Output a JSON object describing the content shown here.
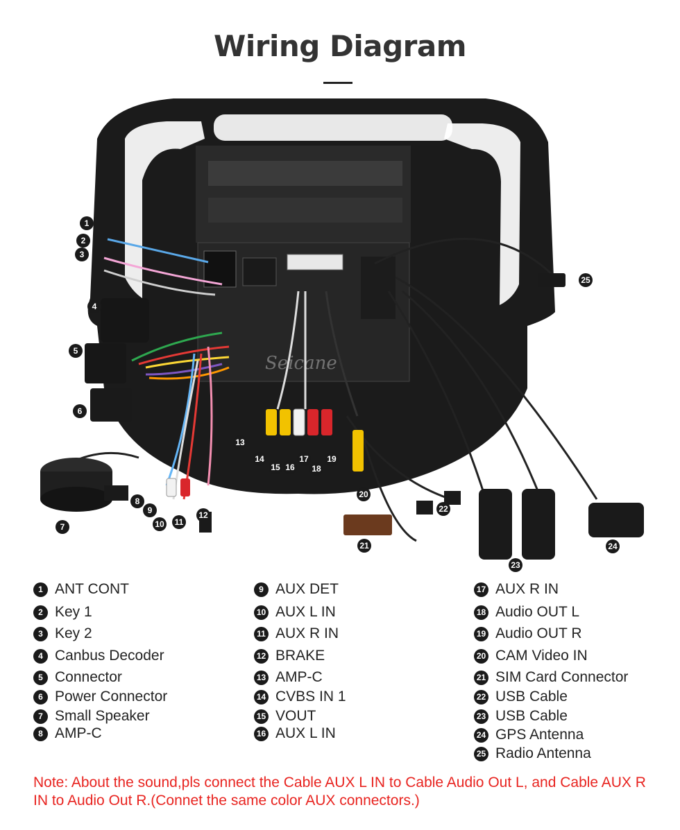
{
  "title": "Wiring Diagram",
  "watermark": "Seicane",
  "callouts": [
    "1",
    "2",
    "3",
    "4",
    "5",
    "6",
    "7",
    "8",
    "9",
    "10",
    "11",
    "12",
    "13",
    "14",
    "15",
    "16",
    "17",
    "18",
    "19",
    "20",
    "21",
    "22",
    "23",
    "24",
    "25"
  ],
  "legend": {
    "col1": [
      {
        "num": "1",
        "label": "ANT CONT"
      },
      {
        "num": "2",
        "label": "Key 1"
      },
      {
        "num": "3",
        "label": "Key 2"
      },
      {
        "num": "4",
        "label": "Canbus Decoder"
      },
      {
        "num": "5",
        "label": "Connector"
      },
      {
        "num": "6",
        "label": "Power Connector"
      },
      {
        "num": "7",
        "label": "Small Speaker"
      },
      {
        "num": "8",
        "label": "AMP-C"
      }
    ],
    "col2": [
      {
        "num": "9",
        "label": "AUX DET"
      },
      {
        "num": "10",
        "label": "AUX L IN"
      },
      {
        "num": "11",
        "label": "AUX R IN"
      },
      {
        "num": "12",
        "label": "BRAKE"
      },
      {
        "num": "13",
        "label": "AMP-C"
      },
      {
        "num": "14",
        "label": "CVBS IN 1"
      },
      {
        "num": "15",
        "label": "VOUT"
      },
      {
        "num": "16",
        "label": "AUX L IN"
      }
    ],
    "col3": [
      {
        "num": "17",
        "label": "AUX R IN"
      },
      {
        "num": "18",
        "label": "Audio OUT L"
      },
      {
        "num": "19",
        "label": "Audio OUT R"
      },
      {
        "num": "20",
        "label": "CAM Video IN"
      },
      {
        "num": "21",
        "label": "SIM Card Connector"
      },
      {
        "num": "22",
        "label": "USB Cable"
      },
      {
        "num": "23",
        "label": "USB Cable"
      },
      {
        "num": "24",
        "label": "GPS Antenna"
      },
      {
        "num": "25",
        "label": "Radio Antenna"
      }
    ]
  },
  "note": "Note: About the sound,pls connect the Cable AUX L IN to Cable Audio Out L, and Cable AUX R IN to  Audio Out R.(Connet the same color AUX connectors.)",
  "colors": {
    "note": "#e8231f",
    "frame": "#1b1b1b",
    "rca_yellow": "#f2c200",
    "rca_red": "#d9262b",
    "rca_white": "#f2f2f2"
  }
}
